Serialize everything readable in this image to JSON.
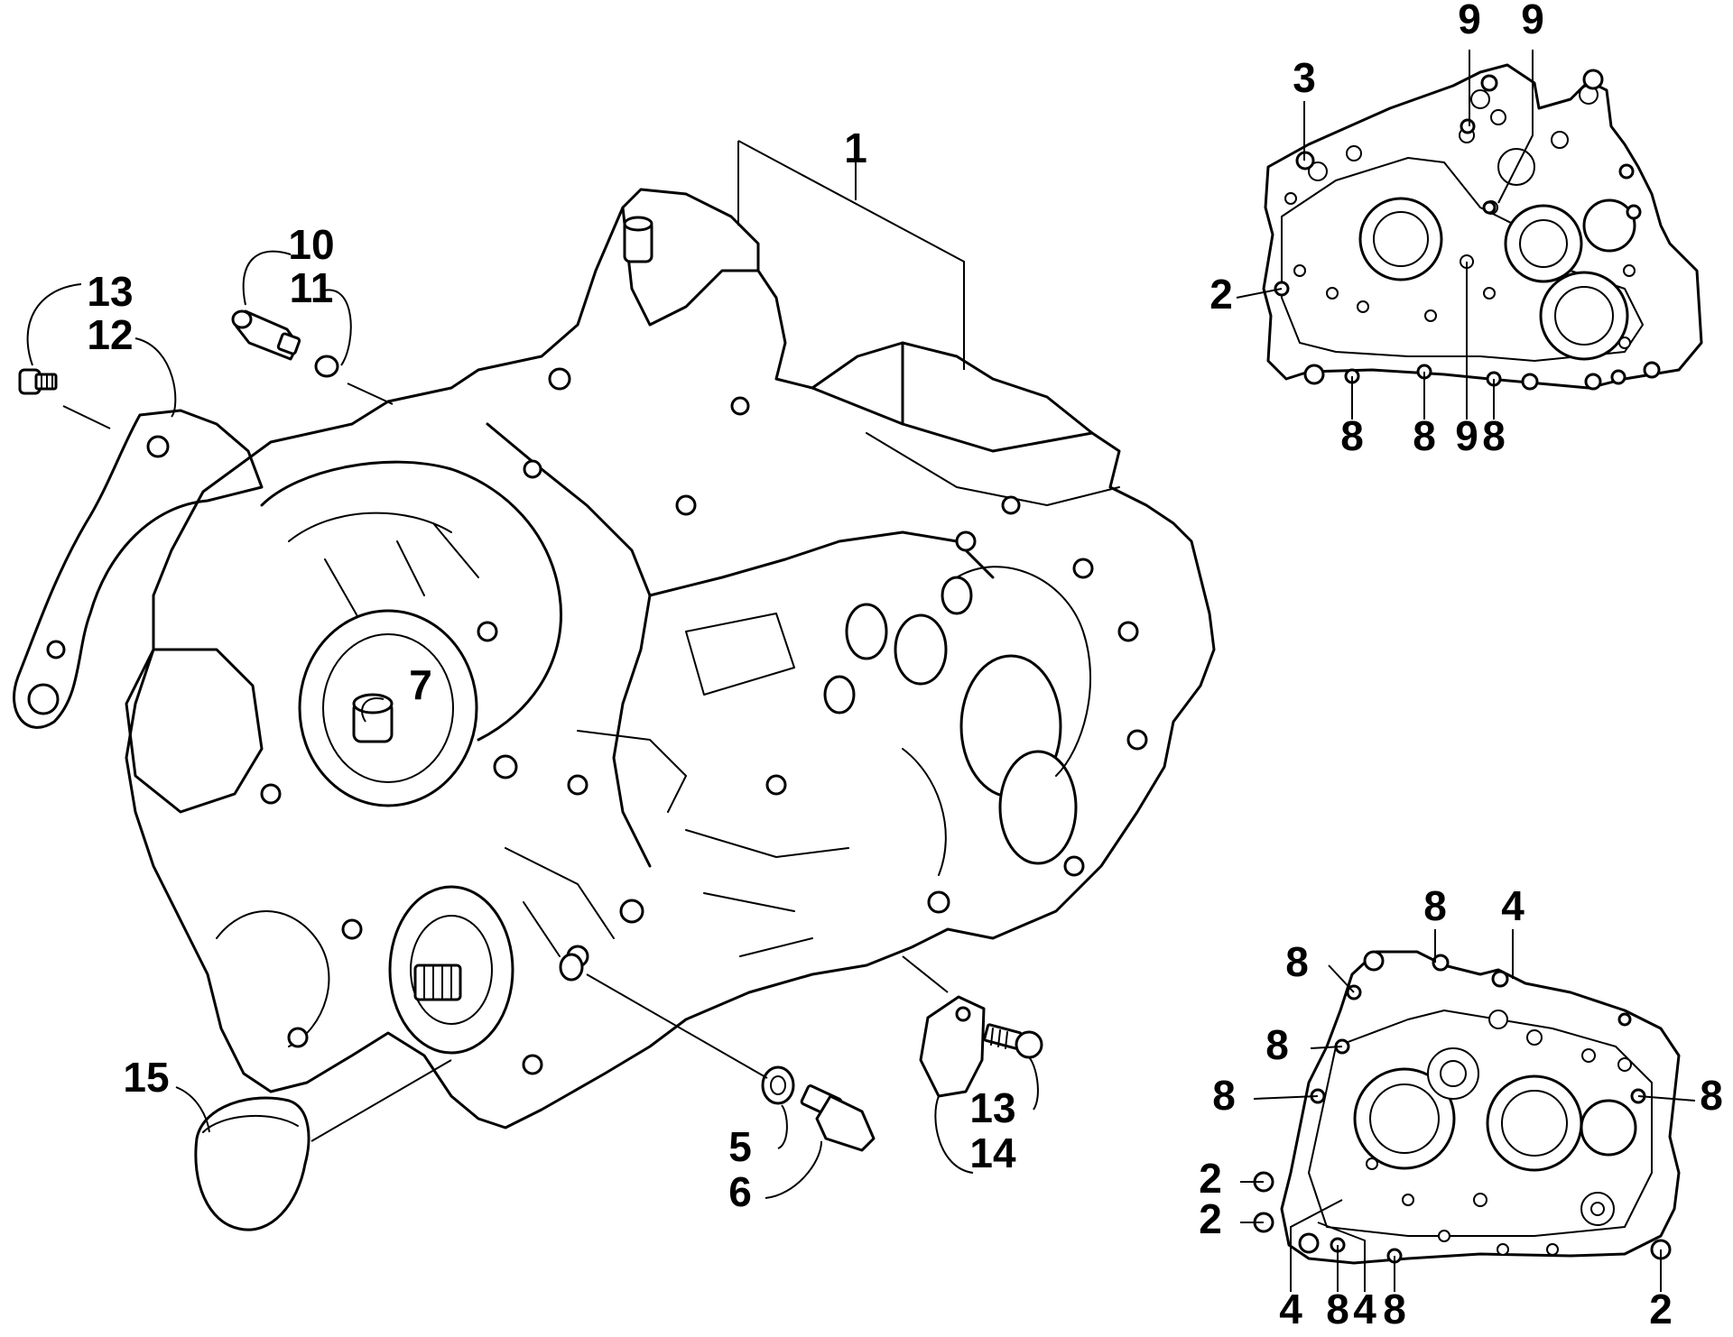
{
  "callouts": {
    "main": {
      "c1": "1",
      "c10": "10",
      "c11": "11",
      "c13a": "13",
      "c12": "12",
      "c7": "7",
      "c15": "15",
      "c5": "5",
      "c6": "6",
      "c13b": "13",
      "c14": "14"
    },
    "top_right": {
      "c3": "3",
      "c9a": "9",
      "c9b": "9",
      "c2": "2",
      "c8a": "8",
      "c8b": "8",
      "c9c": "9",
      "c8c": "8"
    },
    "bottom_right": {
      "c8top": "8",
      "c4top": "4",
      "c8l1": "8",
      "c8l2": "8",
      "c8l3": "8",
      "c8r": "8",
      "c2a": "2",
      "c2b": "2",
      "c4b1": "4",
      "c8b1": "8",
      "c4b2": "4",
      "c8b2": "8",
      "c2c": "2"
    }
  },
  "icons": {
    "crankcase": "crankcase-assembly-icon",
    "left_half": "crankcase-left-half-icon",
    "right_half": "crankcase-right-half-icon"
  }
}
